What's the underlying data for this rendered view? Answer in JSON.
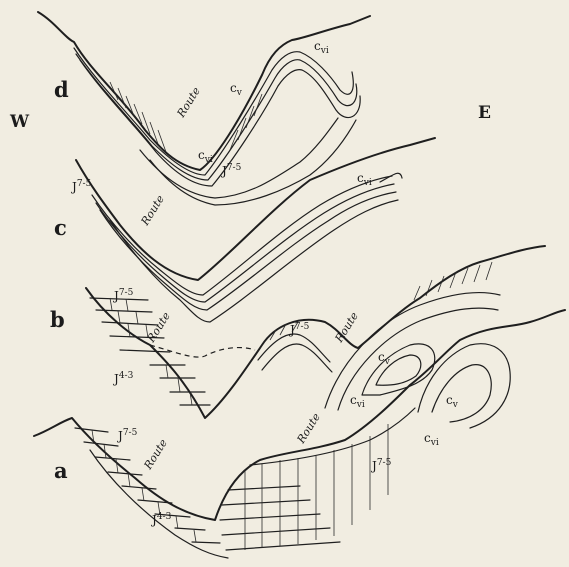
{
  "orientation": {
    "west": "W",
    "east": "E"
  },
  "sections": [
    {
      "id": "d",
      "label": "d",
      "route": "Route",
      "formations": [
        "c",
        "vi",
        "c",
        "v",
        "c",
        "vi",
        "J",
        "7-5"
      ]
    },
    {
      "id": "c",
      "label": "c",
      "route": "Route",
      "formations": [
        "J",
        "7-5",
        "c",
        "vi"
      ]
    },
    {
      "id": "b",
      "label": "b",
      "route_left": "Route",
      "route_right": "Route",
      "formations": [
        "J",
        "7-5",
        "J",
        "4-3",
        "J",
        "7-5",
        "c",
        "v",
        "c",
        "vi"
      ]
    },
    {
      "id": "a",
      "label": "a",
      "route_left": "Route",
      "route_right": "Route",
      "formations": [
        "J",
        "7-5",
        "J",
        "4-3",
        "c",
        "v",
        "c",
        "vi",
        "J",
        "7-5"
      ]
    }
  ],
  "colors": {
    "paper": "#f1ede1",
    "ink": "#1f1f1f"
  }
}
